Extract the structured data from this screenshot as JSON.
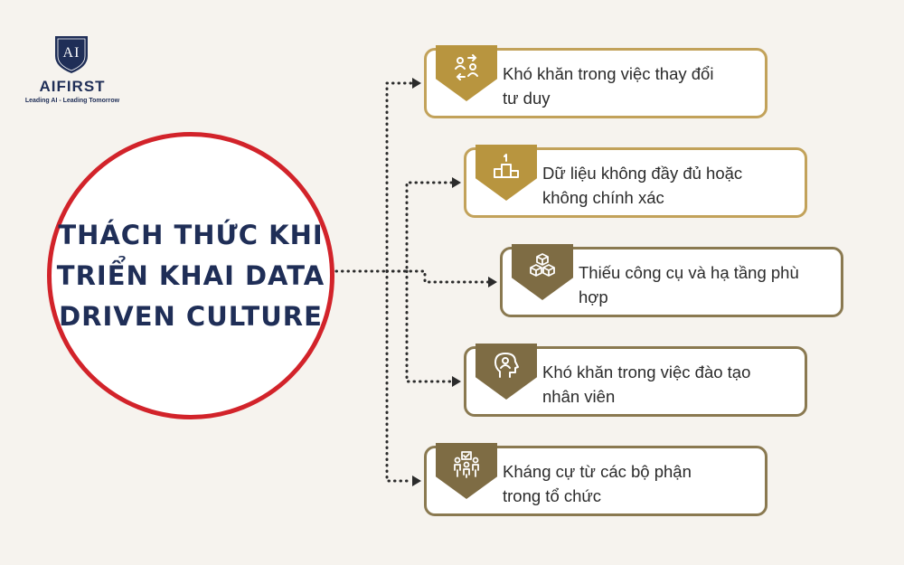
{
  "logo": {
    "shield_text": "AI",
    "name": "AIFIRST",
    "tagline": "Leading AI - Leading Tomorrow"
  },
  "center": {
    "title_lines": [
      "THÁCH THỨC KHI",
      "TRIỂN KHAI DATA",
      "DRIVEN CULTURE"
    ]
  },
  "items": [
    {
      "lines": [
        "Khó khăn trong việc thay đổi",
        "tư duy"
      ],
      "icon": "people-exchange-icon"
    },
    {
      "lines": [
        "Dữ liệu không đầy đủ hoặc",
        "không chính xác"
      ],
      "icon": "podium-icon"
    },
    {
      "lines": [
        "Thiếu công cụ và hạ tầng phù",
        "hợp"
      ],
      "icon": "boxes-icon"
    },
    {
      "lines": [
        "Khó khăn trong việc đào tạo",
        "nhân viên"
      ],
      "icon": "head-person-icon"
    },
    {
      "lines": [
        "Kháng cự từ các bộ phận",
        "trong tổ chức"
      ],
      "icon": "team-meeting-icon"
    }
  ],
  "colors": {
    "navy": "#1f2e57",
    "red_ring": "#d2232a",
    "gold": "#b8953f",
    "gold_border": "#c2a25a",
    "dark_gold": "#7e6c44",
    "background": "#f6f3ee"
  }
}
